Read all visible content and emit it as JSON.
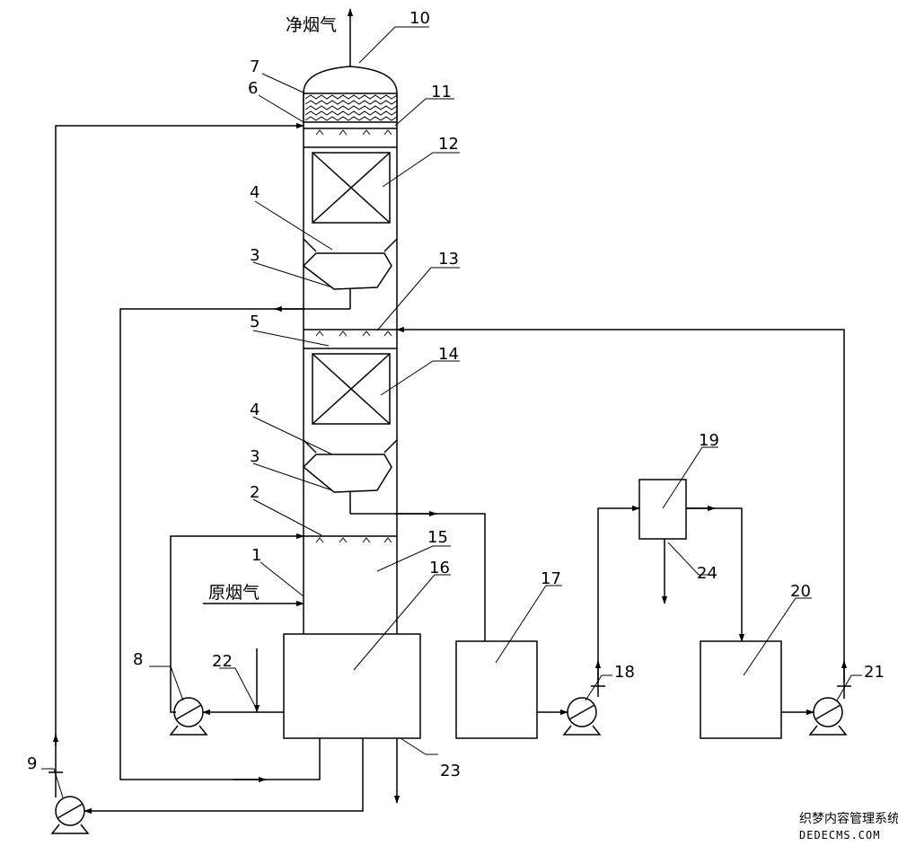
{
  "labels": {
    "clean_gas": "净烟气",
    "raw_gas": "原烟气",
    "n1": "1",
    "n2": "2",
    "n3a": "3",
    "n3b": "3",
    "n4a": "4",
    "n4b": "4",
    "n5": "5",
    "n6": "6",
    "n7": "7",
    "n8": "8",
    "n9": "9",
    "n10": "10",
    "n11": "11",
    "n12": "12",
    "n13": "13",
    "n14": "14",
    "n15": "15",
    "n16": "16",
    "n17": "17",
    "n18": "18",
    "n19": "19",
    "n20": "20",
    "n21": "21",
    "n22": "22",
    "n23": "23",
    "n24": "24"
  },
  "watermark": {
    "cn": "织梦内容管理系统",
    "en": "DEDECMS.COM"
  }
}
